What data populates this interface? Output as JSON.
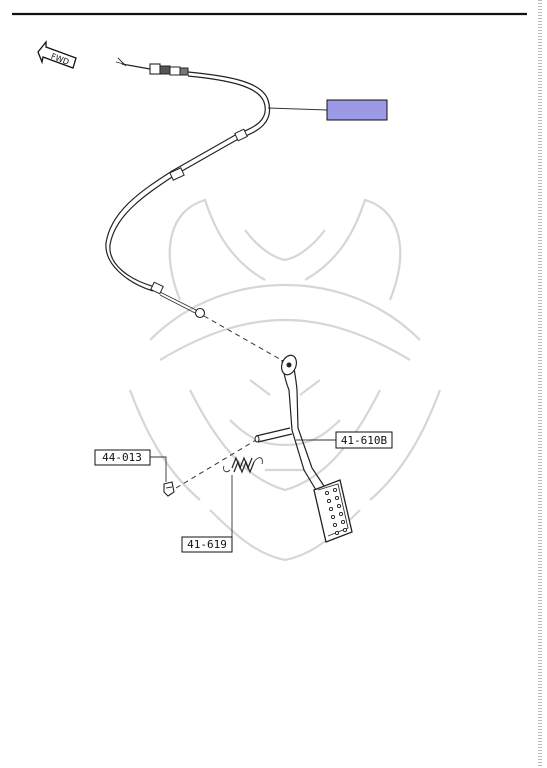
{
  "fwd_label": "FWD",
  "callouts": {
    "cable": "",
    "pedal": "41-610B",
    "clip": "44-013",
    "spring": "41-619"
  },
  "colors": {
    "highlight": "#9c9ae6",
    "ink": "#1a1a1a",
    "watermark": "#d6d6d6"
  }
}
